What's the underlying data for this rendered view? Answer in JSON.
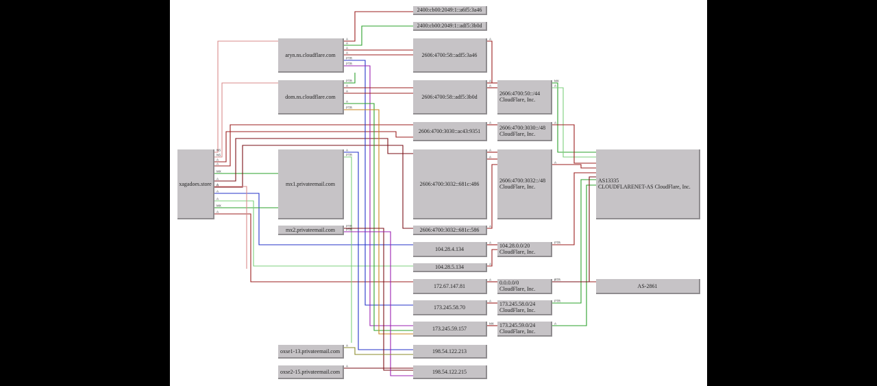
{
  "nodes": [
    {
      "id": "domain",
      "text": "xagadoes.store"
    },
    {
      "id": "ns1",
      "text": "aryn.ns.cloudflare.com"
    },
    {
      "id": "ns2",
      "text": "dom.ns.cloudflare.com"
    },
    {
      "id": "mx1",
      "text": "mx1.privateemail.com"
    },
    {
      "id": "mx2",
      "text": "mx2.privateemail.com"
    },
    {
      "id": "oxse1",
      "text": "oxse1-13.privateemail.com"
    },
    {
      "id": "oxse2",
      "text": "oxse2-15.privateemail.com"
    },
    {
      "id": "ip6_a",
      "text": "2400:cb00:2049:1::a6f5:3a46"
    },
    {
      "id": "ip6_b",
      "text": "2400:cb00:2049:1::adf5:3b0d"
    },
    {
      "id": "ip6_c",
      "text": "2606:4700:58::adf5:3a46"
    },
    {
      "id": "ip6_d",
      "text": "2606:4700:58::adf5:3b0d"
    },
    {
      "id": "ip6_e",
      "text": "2606:4700:3030::ac43:9351"
    },
    {
      "id": "ip6_f",
      "text": "2606:4700:3032::681c:486"
    },
    {
      "id": "ip6_g",
      "text": "2606:4700:3032::681c:586"
    },
    {
      "id": "ip4_a",
      "text": "104.28.4.134"
    },
    {
      "id": "ip4_b",
      "text": "104.28.5.134"
    },
    {
      "id": "ip4_c",
      "text": "172.67.147.81"
    },
    {
      "id": "ip4_d",
      "text": "173.245.58.70"
    },
    {
      "id": "ip4_e",
      "text": "173.245.59.157"
    },
    {
      "id": "ip4_f",
      "text": "198.54.122.213"
    },
    {
      "id": "ip4_g",
      "text": "198.54.122.215"
    },
    {
      "id": "pfx_a",
      "text": "2606:4700:50::/44\nCloudFlare, Inc."
    },
    {
      "id": "pfx_b",
      "text": "2606:4700:3030::/48\nCloudFlare, Inc."
    },
    {
      "id": "pfx_c",
      "text": "2606:4700:3032::/48\nCloudFlare, Inc."
    },
    {
      "id": "pfx_d",
      "text": "104.28.0.0/20\nCloudFlare, Inc."
    },
    {
      "id": "pfx_e",
      "text": "0.0.0.0/0\nCloudFlare, Inc."
    },
    {
      "id": "pfx_f",
      "text": "173.245.58.0/24\nCloudFlare, Inc."
    },
    {
      "id": "pfx_g",
      "text": "173.245.59.0/24\nCloudFlare, Inc."
    },
    {
      "id": "as1",
      "text": "AS13335\nCLOUDFLARENET-AS CloudFlare, Inc."
    },
    {
      "id": "as2",
      "text": "AS-2861"
    }
  ],
  "labels": [
    "NS",
    "NS",
    "A",
    "A",
    "MX",
    "A",
    "A",
    "A",
    "MX",
    "A",
    "A",
    "A",
    "A",
    "A",
    "A",
    "A",
    "PTR",
    "PTR",
    "PTR",
    "A",
    "A",
    "A",
    "PTR",
    "A",
    "PTR",
    "PTR",
    "PTR",
    "A",
    "A",
    "A",
    "A",
    "A",
    "A",
    "A",
    "A",
    "A",
    "A",
    "A",
    "A",
    "A",
    "MX",
    "MX",
    "A",
    "A",
    "A",
    "PTR",
    "PTR",
    "PTR",
    "A",
    "A",
    "A",
    "A",
    "A",
    "A",
    "A",
    "A",
    "A",
    "A",
    "A",
    "A",
    "A",
    "A",
    "A",
    "A",
    "A",
    "A",
    "A",
    "A",
    "A",
    "A",
    "A",
    "A"
  ],
  "colors": {
    "red": "#9b1c1c",
    "darkred": "#7a0e14",
    "green": "#2aa02a",
    "blue": "#2332c8",
    "purple": "#9a1fb0",
    "orange": "#c8831b",
    "olive": "#8a8a2a",
    "pink": "#d88a8a",
    "lightgreen": "#7bcf7b",
    "bg": "#ffffff",
    "node": "#c6c3c6"
  }
}
